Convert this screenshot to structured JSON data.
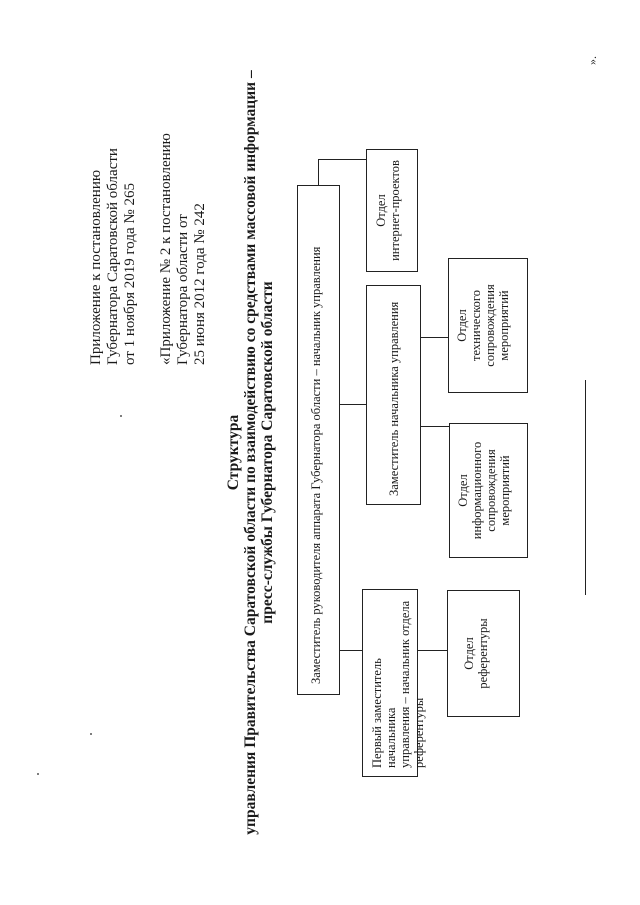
{
  "header": {
    "appendix_lines": [
      "Приложение к постановлению",
      "Губернатора Саратовской области",
      "от 1 ноября 2019 года № 265"
    ],
    "reference_lines": [
      "«Приложение № 2 к постановлению",
      "Губернатора области от",
      "25 июня 2012 года № 242"
    ]
  },
  "title": {
    "line1": "Структура",
    "line2": "управления Правительства Саратовской области по взаимодействию со средствами массовой информации –",
    "line3": "пресс-службы Губернатора Саратовской области"
  },
  "org": {
    "head": "Заместитель руководителя аппарата Губернатора области – начальник управления",
    "first_deputy": [
      "Первый заместитель начальника",
      "управления – начальник отдела",
      "референтуры"
    ],
    "deputy": "Заместитель начальника управления",
    "internet": [
      "Отдел",
      "интернет-проектов"
    ],
    "referentura": [
      "Отдел",
      "референтуры"
    ],
    "info_support": [
      "Отдел",
      "информационного",
      "сопровождения",
      "мероприятий"
    ],
    "tech_support": [
      "Отдел",
      "технического",
      "сопровождения",
      "мероприятий"
    ]
  },
  "closing_mark": "».",
  "colors": {
    "ink": "#1a1a1a",
    "paper": "#ffffff"
  }
}
